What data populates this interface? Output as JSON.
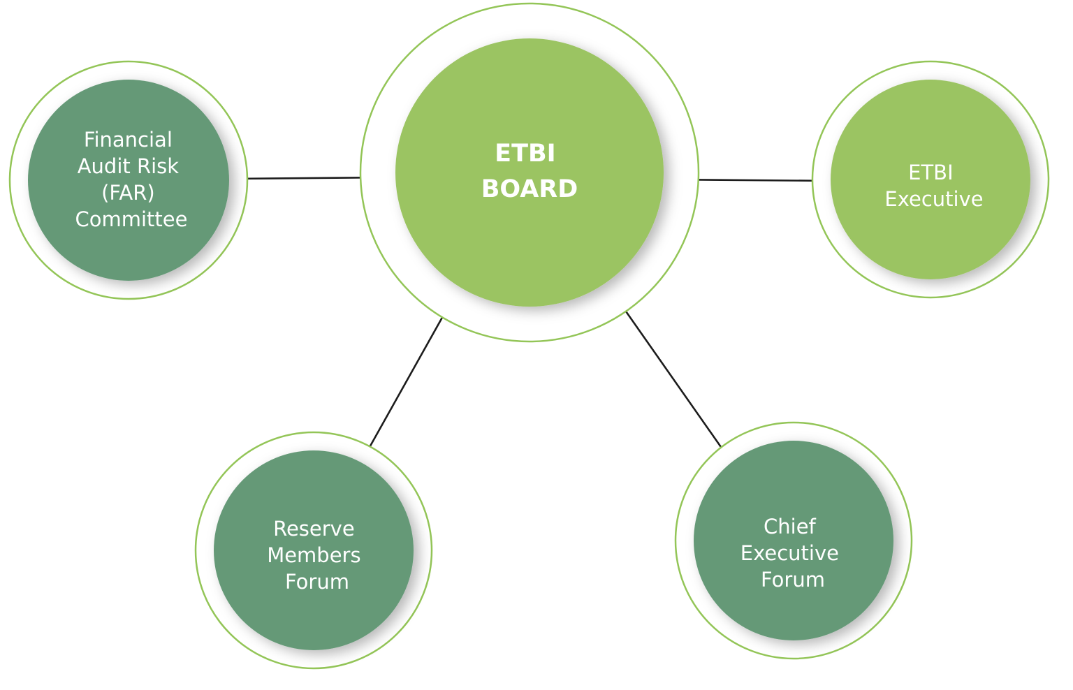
{
  "colors": {
    "light_green": "#9bc462",
    "dark_green": "#659977",
    "ring": "#93c557",
    "connector": "#1c1c1c"
  },
  "nodes": {
    "board": {
      "lines": [
        "ETBI",
        "BOARD"
      ],
      "fill": "light_green"
    },
    "far": {
      "lines": [
        "Financial",
        "Audit Risk",
        "(FAR)",
        "Committee"
      ],
      "fill": "dark_green"
    },
    "executive": {
      "lines": [
        "ETBI",
        "Executive"
      ],
      "fill": "light_green"
    },
    "reserve": {
      "lines": [
        "Reserve",
        "Members",
        "Forum"
      ],
      "fill": "dark_green"
    },
    "chief": {
      "lines": [
        "Chief",
        "Executive",
        "Forum"
      ],
      "fill": "dark_green"
    }
  }
}
